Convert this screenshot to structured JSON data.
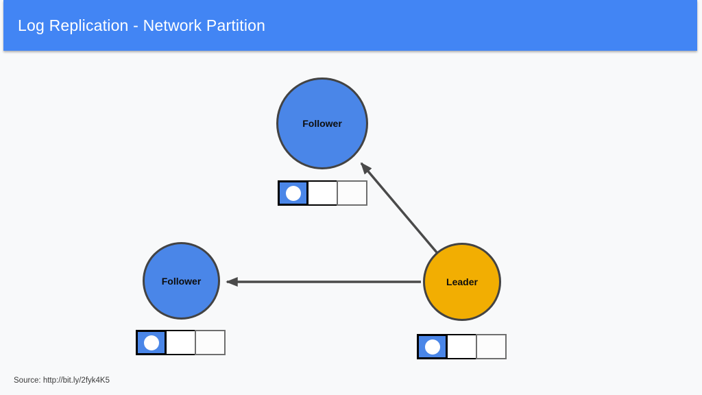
{
  "slide": {
    "title": "Log Replication - Network Partition",
    "source": "Source: http://bit.ly/2fyk4K5"
  },
  "colors": {
    "background": "#f8f9fa",
    "header_bg": "#4285f4",
    "header_text": "#ffffff",
    "follower_fill": "#4a86e8",
    "leader_fill": "#f2ae02",
    "node_border": "#434343",
    "arrow": "#4a4a4a",
    "log_entry_fill": "#4a86e8",
    "log_entry_dot": "#ffffff",
    "log_border_filled": "#000000",
    "log_border_empty": "#6e6e6e"
  },
  "diagram": {
    "nodes": [
      {
        "id": "follower-top",
        "label": "Follower",
        "role": "follower"
      },
      {
        "id": "follower-left",
        "label": "Follower",
        "role": "follower"
      },
      {
        "id": "leader",
        "label": "Leader",
        "role": "leader"
      }
    ],
    "edges": [
      {
        "from": "leader",
        "to": "follower-top",
        "type": "replication-arrow"
      },
      {
        "from": "leader",
        "to": "follower-left",
        "type": "replication-arrow"
      }
    ],
    "logs": [
      {
        "node": "follower-top",
        "slots": [
          "entry",
          "empty-black",
          "empty-gray"
        ]
      },
      {
        "node": "follower-left",
        "slots": [
          "entry",
          "empty-black",
          "empty-gray"
        ]
      },
      {
        "node": "leader",
        "slots": [
          "entry",
          "empty-black",
          "empty-gray"
        ]
      }
    ]
  }
}
